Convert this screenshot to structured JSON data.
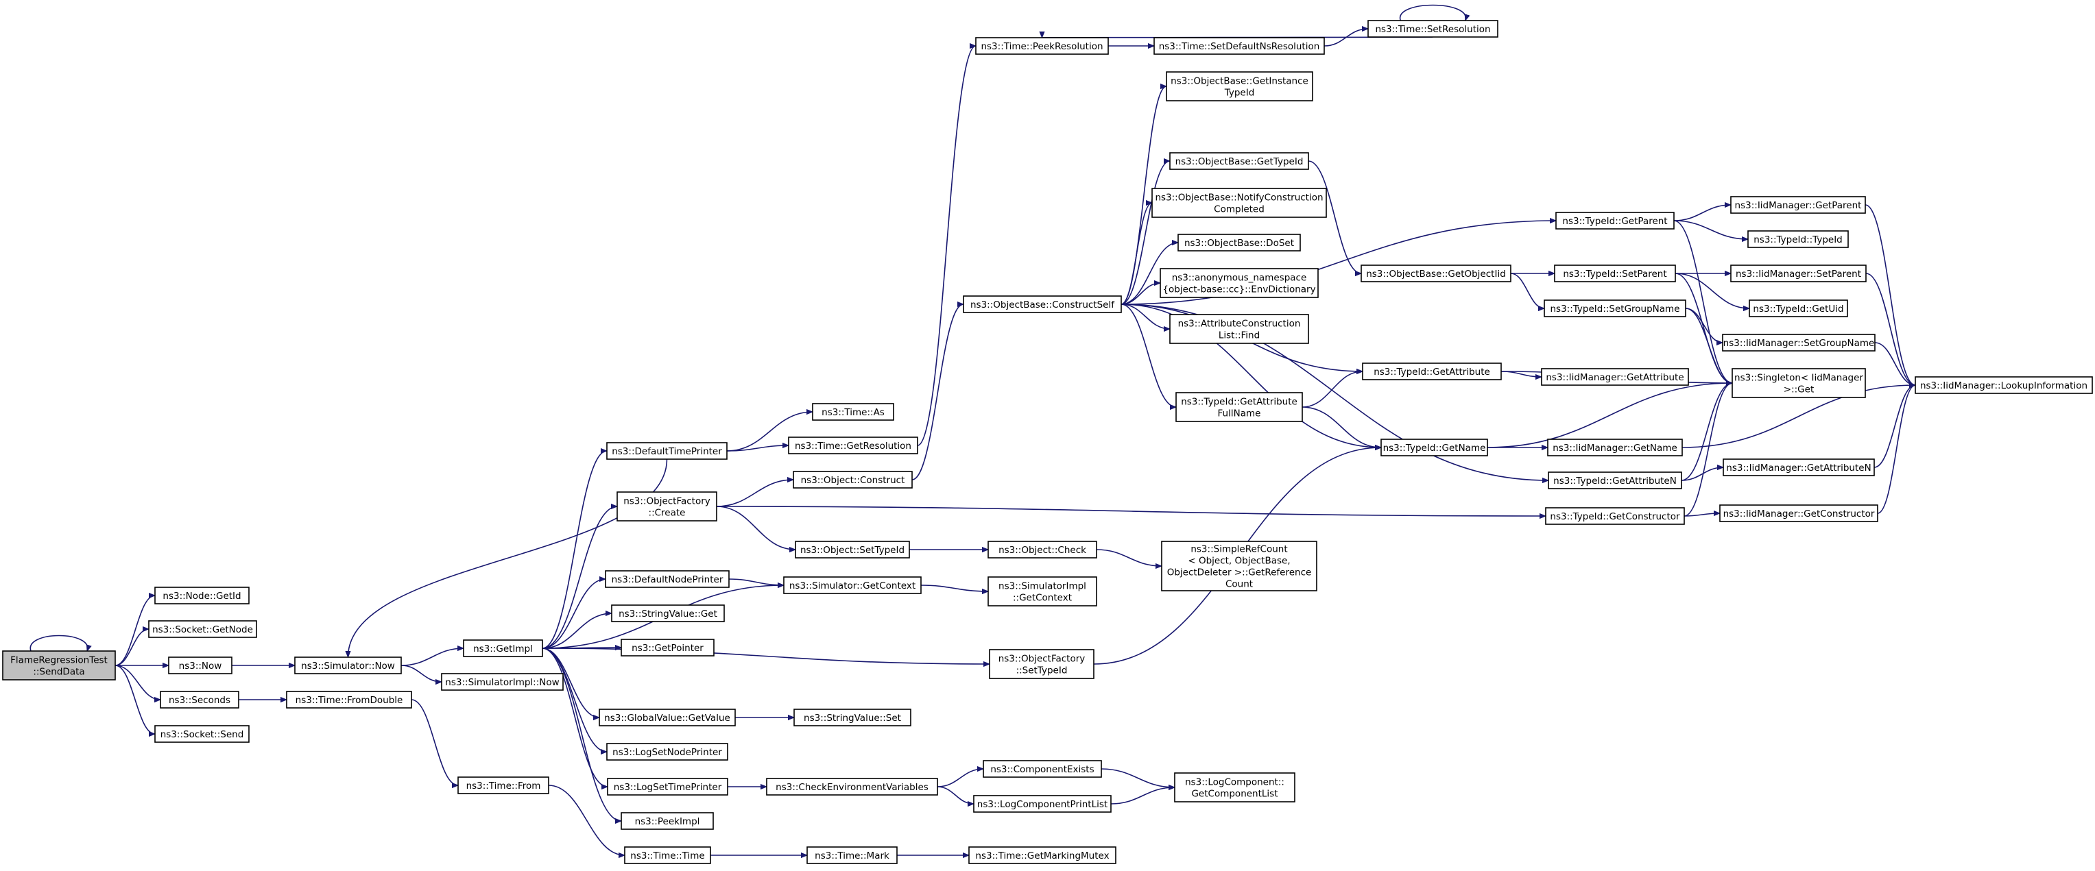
{
  "graph": {
    "root": "FlameRegressionTest\n::SendData",
    "nodes": [
      {
        "id": "root",
        "label": "FlameRegressionTest\n::SendData"
      },
      {
        "id": "node_getid",
        "label": "ns3::Node::GetId"
      },
      {
        "id": "sock_getnode",
        "label": "ns3::Socket::GetNode"
      },
      {
        "id": "now",
        "label": "ns3::Now"
      },
      {
        "id": "seconds",
        "label": "ns3::Seconds"
      },
      {
        "id": "sock_send",
        "label": "ns3::Socket::Send"
      },
      {
        "id": "sim_now",
        "label": "ns3::Simulator::Now"
      },
      {
        "id": "time_fromdouble",
        "label": "ns3::Time::FromDouble"
      },
      {
        "id": "getimpl",
        "label": "ns3::GetImpl"
      },
      {
        "id": "simimpl_now",
        "label": "ns3::SimulatorImpl::Now"
      },
      {
        "id": "time_from",
        "label": "ns3::Time::From"
      },
      {
        "id": "default_time_printer",
        "label": "ns3::DefaultTimePrinter"
      },
      {
        "id": "objfactory_create",
        "label": "ns3::ObjectFactory\n::Create"
      },
      {
        "id": "default_node_printer",
        "label": "ns3::DefaultNodePrinter"
      },
      {
        "id": "stringvalue_get",
        "label": "ns3::StringValue::Get"
      },
      {
        "id": "getpointer",
        "label": "ns3::GetPointer"
      },
      {
        "id": "globalvalue_getvalue",
        "label": "ns3::GlobalValue::GetValue"
      },
      {
        "id": "logsetnodeprinter",
        "label": "ns3::LogSetNodePrinter"
      },
      {
        "id": "logsettimeprinter",
        "label": "ns3::LogSetTimePrinter"
      },
      {
        "id": "peekimpl",
        "label": "ns3::PeekImpl"
      },
      {
        "id": "time_time",
        "label": "ns3::Time::Time"
      },
      {
        "id": "time_as",
        "label": "ns3::Time::As"
      },
      {
        "id": "time_getresolution",
        "label": "ns3::Time::GetResolution"
      },
      {
        "id": "object_construct",
        "label": "ns3::Object::Construct"
      },
      {
        "id": "object_settypeid",
        "label": "ns3::Object::SetTypeId"
      },
      {
        "id": "sim_getcontext",
        "label": "ns3::Simulator::GetContext"
      },
      {
        "id": "objfactory_settypeid",
        "label": "ns3::ObjectFactory\n::SetTypeId"
      },
      {
        "id": "stringvalue_set",
        "label": "ns3::StringValue::Set"
      },
      {
        "id": "check_env",
        "label": "ns3::CheckEnvironmentVariables"
      },
      {
        "id": "time_mark",
        "label": "ns3::Time::Mark"
      },
      {
        "id": "time_peekresolution",
        "label": "ns3::Time::PeekResolution"
      },
      {
        "id": "objbase_constructself",
        "label": "ns3::ObjectBase::ConstructSelf"
      },
      {
        "id": "object_check",
        "label": "ns3::Object::Check"
      },
      {
        "id": "simimpl_getcontext",
        "label": "ns3::SimulatorImpl\n::GetContext"
      },
      {
        "id": "component_exists",
        "label": "ns3::ComponentExists"
      },
      {
        "id": "logcomponent_printlist",
        "label": "ns3::LogComponentPrintList"
      },
      {
        "id": "time_getmarkingmutex",
        "label": "ns3::Time::GetMarkingMutex"
      },
      {
        "id": "time_setdefaultnsres",
        "label": "ns3::Time::SetDefaultNsResolution"
      },
      {
        "id": "objbase_getinstancetypeid",
        "label": "ns3::ObjectBase::GetInstance\nTypeId"
      },
      {
        "id": "objbase_gettypeid",
        "label": "ns3::ObjectBase::GetTypeId"
      },
      {
        "id": "objbase_notifyconstruction",
        "label": "ns3::ObjectBase::NotifyConstruction\nCompleted"
      },
      {
        "id": "objbase_doset",
        "label": "ns3::ObjectBase::DoSet"
      },
      {
        "id": "envdictionary",
        "label": "ns3::anonymous_namespace\n{object-base::cc}::EnvDictionary"
      },
      {
        "id": "attrconstruction_find",
        "label": "ns3::AttributeConstruction\nList::Find"
      },
      {
        "id": "typeid_getattributefullname",
        "label": "ns3::TypeId::GetAttribute\nFullName"
      },
      {
        "id": "simplerefcount",
        "label": "ns3::SimpleRefCount\n< Object, ObjectBase,\nObjectDeleter >::GetReference\nCount"
      },
      {
        "id": "logcomponent_getlist",
        "label": "ns3::LogComponent::\nGetComponentList"
      },
      {
        "id": "time_setresolution",
        "label": "ns3::Time::SetResolution"
      },
      {
        "id": "objbase_getobjectiid",
        "label": "ns3::ObjectBase::GetObjectIid"
      },
      {
        "id": "typeid_getattribute",
        "label": "ns3::TypeId::GetAttribute"
      },
      {
        "id": "typeid_getname",
        "label": "ns3::TypeId::GetName"
      },
      {
        "id": "typeid_getparent",
        "label": "ns3::TypeId::GetParent"
      },
      {
        "id": "typeid_setparent",
        "label": "ns3::TypeId::SetParent"
      },
      {
        "id": "typeid_setgroupname",
        "label": "ns3::TypeId::SetGroupName"
      },
      {
        "id": "iidmgr_getattribute",
        "label": "ns3::IidManager::GetAttribute"
      },
      {
        "id": "iidmgr_getname",
        "label": "ns3::IidManager::GetName"
      },
      {
        "id": "typeid_getattributen",
        "label": "ns3::TypeId::GetAttributeN"
      },
      {
        "id": "typeid_getconstructor",
        "label": "ns3::TypeId::GetConstructor"
      },
      {
        "id": "iidmgr_getparent",
        "label": "ns3::IidManager::GetParent"
      },
      {
        "id": "typeid_typeid",
        "label": "ns3::TypeId::TypeId"
      },
      {
        "id": "iidmgr_setparent",
        "label": "ns3::IidManager::SetParent"
      },
      {
        "id": "typeid_getuid",
        "label": "ns3::TypeId::GetUid"
      },
      {
        "id": "iidmgr_setgroupname",
        "label": "ns3::IidManager::SetGroupName"
      },
      {
        "id": "singleton_get",
        "label": "ns3::Singleton< IidManager\n>::Get"
      },
      {
        "id": "iidmgr_getattributen",
        "label": "ns3::IidManager::GetAttributeN"
      },
      {
        "id": "iidmgr_getconstructor",
        "label": "ns3::IidManager::GetConstructor"
      },
      {
        "id": "iidmgr_lookupinformation",
        "label": "ns3::IidManager::LookupInformation"
      }
    ],
    "edges": [
      [
        "root",
        "root"
      ],
      [
        "root",
        "node_getid"
      ],
      [
        "root",
        "sock_getnode"
      ],
      [
        "root",
        "now"
      ],
      [
        "root",
        "seconds"
      ],
      [
        "root",
        "sock_send"
      ],
      [
        "now",
        "sim_now"
      ],
      [
        "seconds",
        "time_fromdouble"
      ],
      [
        "sim_now",
        "getimpl"
      ],
      [
        "sim_now",
        "simimpl_now"
      ],
      [
        "time_fromdouble",
        "time_from"
      ],
      [
        "time_from",
        "time_time"
      ],
      [
        "getimpl",
        "default_time_printer"
      ],
      [
        "getimpl",
        "objfactory_create"
      ],
      [
        "getimpl",
        "default_node_printer"
      ],
      [
        "getimpl",
        "sim_getcontext"
      ],
      [
        "getimpl",
        "stringvalue_get"
      ],
      [
        "getimpl",
        "getpointer"
      ],
      [
        "getimpl",
        "objfactory_settypeid"
      ],
      [
        "getimpl",
        "globalvalue_getvalue"
      ],
      [
        "getimpl",
        "logsetnodeprinter"
      ],
      [
        "getimpl",
        "logsettimeprinter"
      ],
      [
        "getimpl",
        "peekimpl"
      ],
      [
        "default_time_printer",
        "sim_now"
      ],
      [
        "default_time_printer",
        "time_as"
      ],
      [
        "default_time_printer",
        "time_getresolution"
      ],
      [
        "time_getresolution",
        "time_peekresolution"
      ],
      [
        "objfactory_create",
        "object_construct"
      ],
      [
        "objfactory_create",
        "object_settypeid"
      ],
      [
        "objfactory_create",
        "typeid_getconstructor"
      ],
      [
        "object_construct",
        "objbase_constructself"
      ],
      [
        "object_settypeid",
        "object_check"
      ],
      [
        "object_check",
        "simplerefcount"
      ],
      [
        "default_node_printer",
        "sim_getcontext"
      ],
      [
        "sim_getcontext",
        "simimpl_getcontext"
      ],
      [
        "objfactory_settypeid",
        "typeid_getname"
      ],
      [
        "globalvalue_getvalue",
        "stringvalue_set"
      ],
      [
        "logsettimeprinter",
        "check_env"
      ],
      [
        "check_env",
        "component_exists"
      ],
      [
        "check_env",
        "logcomponent_printlist"
      ],
      [
        "component_exists",
        "logcomponent_getlist"
      ],
      [
        "logcomponent_printlist",
        "logcomponent_getlist"
      ],
      [
        "time_time",
        "time_mark"
      ],
      [
        "time_mark",
        "time_getmarkingmutex"
      ],
      [
        "time_peekresolution",
        "time_setdefaultnsres"
      ],
      [
        "time_setdefaultnsres",
        "time_setresolution"
      ],
      [
        "time_setresolution",
        "time_setresolution"
      ],
      [
        "time_setresolution",
        "time_peekresolution"
      ],
      [
        "objbase_constructself",
        "objbase_getinstancetypeid"
      ],
      [
        "objbase_constructself",
        "objbase_gettypeid"
      ],
      [
        "objbase_constructself",
        "objbase_notifyconstruction"
      ],
      [
        "objbase_constructself",
        "objbase_doset"
      ],
      [
        "objbase_constructself",
        "envdictionary"
      ],
      [
        "objbase_constructself",
        "attrconstruction_find"
      ],
      [
        "objbase_constructself",
        "typeid_getattributefullname"
      ],
      [
        "objbase_constructself",
        "typeid_getparent"
      ],
      [
        "objbase_constructself",
        "typeid_getattribute"
      ],
      [
        "objbase_constructself",
        "typeid_getname"
      ],
      [
        "objbase_constructself",
        "typeid_getattributen"
      ],
      [
        "objbase_gettypeid",
        "objbase_getobjectiid"
      ],
      [
        "objbase_getobjectiid",
        "typeid_setparent"
      ],
      [
        "objbase_getobjectiid",
        "typeid_setgroupname"
      ],
      [
        "typeid_getattributefullname",
        "typeid_getattribute"
      ],
      [
        "typeid_getattributefullname",
        "typeid_getname"
      ],
      [
        "typeid_getparent",
        "iidmgr_getparent"
      ],
      [
        "typeid_getparent",
        "typeid_typeid"
      ],
      [
        "typeid_getparent",
        "singleton_get"
      ],
      [
        "typeid_setparent",
        "iidmgr_setparent"
      ],
      [
        "typeid_setparent",
        "typeid_getuid"
      ],
      [
        "typeid_setparent",
        "singleton_get"
      ],
      [
        "typeid_setgroupname",
        "iidmgr_setgroupname"
      ],
      [
        "typeid_setgroupname",
        "singleton_get"
      ],
      [
        "typeid_getattribute",
        "iidmgr_getattribute"
      ],
      [
        "typeid_getattribute",
        "singleton_get"
      ],
      [
        "typeid_getname",
        "iidmgr_getname"
      ],
      [
        "typeid_getname",
        "singleton_get"
      ],
      [
        "typeid_getattributen",
        "iidmgr_getattributen"
      ],
      [
        "typeid_getattributen",
        "singleton_get"
      ],
      [
        "typeid_getconstructor",
        "iidmgr_getconstructor"
      ],
      [
        "typeid_getconstructor",
        "singleton_get"
      ],
      [
        "iidmgr_getparent",
        "iidmgr_lookupinformation"
      ],
      [
        "iidmgr_setparent",
        "iidmgr_lookupinformation"
      ],
      [
        "iidmgr_setgroupname",
        "iidmgr_lookupinformation"
      ],
      [
        "iidmgr_getname",
        "iidmgr_lookupinformation"
      ],
      [
        "iidmgr_getattributen",
        "iidmgr_lookupinformation"
      ],
      [
        "iidmgr_getconstructor",
        "iidmgr_lookupinformation"
      ]
    ]
  }
}
